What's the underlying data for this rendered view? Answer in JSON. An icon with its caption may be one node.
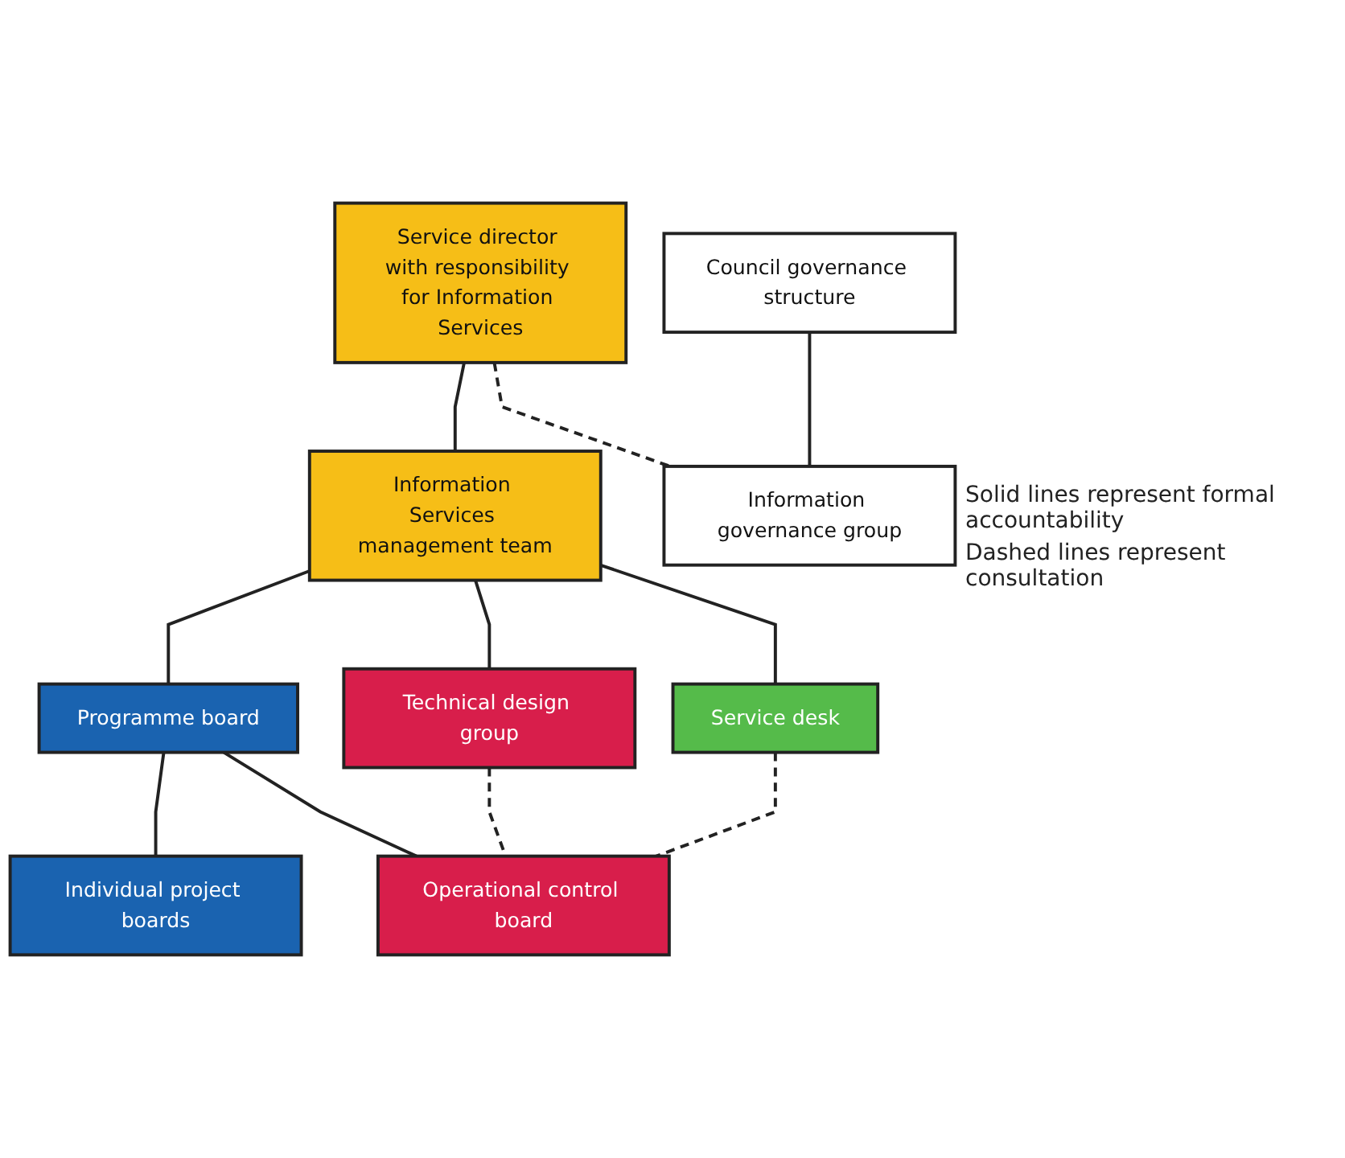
{
  "diagram": {
    "nodes": [
      {
        "text": [
          "Service director with responsibility for Information Services"
        ]
      },
      {
        "text": [
          "Council governance structure"
        ]
      },
      {
        "text": [
          "Information Services management team"
        ]
      },
      {
        "text": [
          "Information governance group"
        ]
      },
      {
        "text": [
          "Programme board"
        ]
      },
      {
        "text": [
          "Technical design group"
        ]
      },
      {
        "text": [
          "Service desk"
        ]
      },
      {
        "text": [
          "Individual project boards"
        ]
      },
      {
        "text": [
          "Operational control board"
        ]
      }
    ],
    "edges": [
      {
        "from": 0,
        "to": 2,
        "arrow": "none"
      },
      {
        "from": 0,
        "to": 3,
        "arrow": "none",
        "style": "dashed"
      },
      {
        "from": 1,
        "to": 3,
        "arrow": "none"
      },
      {
        "from": 2,
        "to": 4,
        "arrow": "none"
      },
      {
        "from": 2,
        "to": 5,
        "arrow": "none"
      },
      {
        "from": 2,
        "to": 6,
        "arrow": "none"
      },
      {
        "from": 4,
        "to": 7,
        "arrow": "none"
      },
      {
        "from": 4,
        "to": 8,
        "arrow": "none"
      },
      {
        "from": 5,
        "to": 8,
        "arrow": "none",
        "style": "dashed"
      },
      {
        "from": 6,
        "to": 8,
        "arrow": "none",
        "style": "dashed"
      }
    ],
    "labels": [
      "Solid lines represent formal accountability",
      "Dashed lines represent consultation"
    ]
  }
}
